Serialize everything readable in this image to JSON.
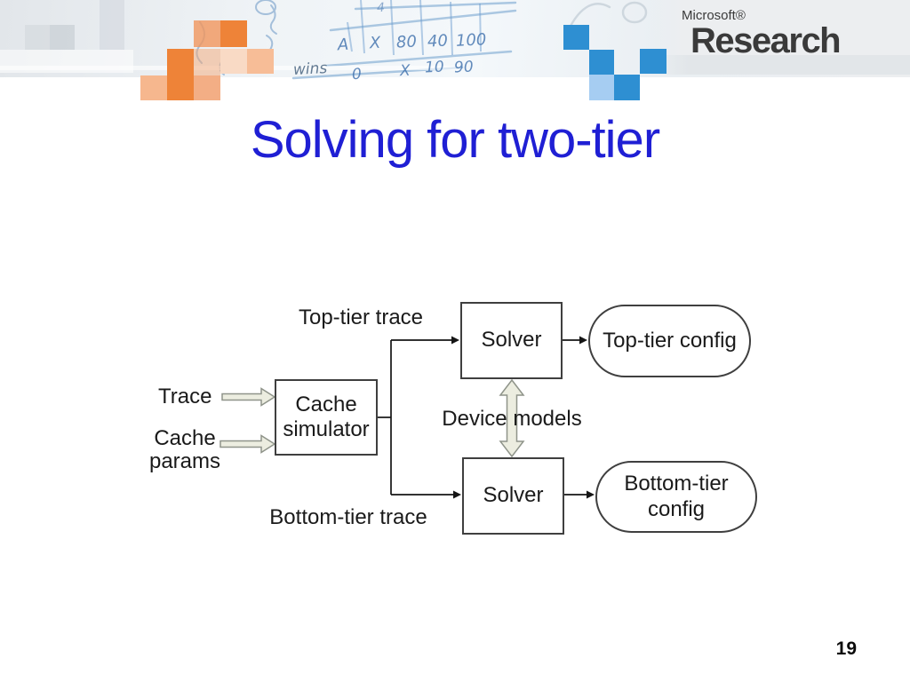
{
  "slide": {
    "title": "Solving for two-tier",
    "page_number": "19"
  },
  "logo": {
    "company": "Microsoft®",
    "division": "Research"
  },
  "header": {
    "whiteboard": {
      "row0": [
        "4"
      ],
      "row1": [
        "A",
        "X",
        "80",
        "40",
        "100"
      ],
      "row2": [
        "wins",
        "0",
        "X",
        "10",
        "90"
      ]
    }
  },
  "diagram": {
    "inputs": {
      "trace": "Trace",
      "cache_params": "Cache params"
    },
    "nodes": {
      "cache_simulator": "Cache simulator",
      "solver_top": "Solver",
      "solver_bottom": "Solver",
      "config_top": "Top-tier config",
      "config_bottom": "Bottom-tier config"
    },
    "labels": {
      "top_tier_trace": "Top-tier trace",
      "bottom_tier_trace": "Bottom-tier trace",
      "device_models": "Device models"
    }
  },
  "colors": {
    "title_blue": "#1F1FD4",
    "accent_orange": "#EE8338",
    "accent_orange_light": "#F2A470",
    "accent_blue": "#2E8FD2",
    "accent_blue_light": "#A6CDF2",
    "block_arrow_fill": "#ECEDE0",
    "block_arrow_stroke": "#8F948A",
    "box_border": "#3F3F3F",
    "logo_gray": "#3A3A3A"
  }
}
